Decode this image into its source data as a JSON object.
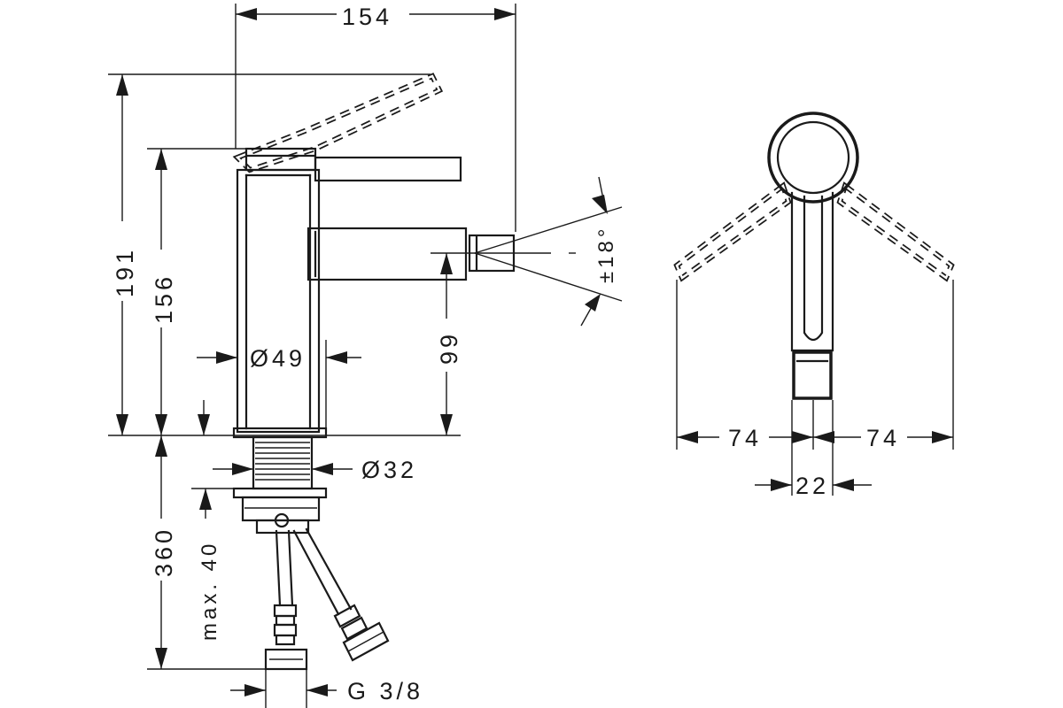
{
  "dimensions": {
    "width_154": "154",
    "height_191": "191",
    "height_156": "156",
    "diameter_49": "Ø49",
    "angle_18": "±18°",
    "height_99": "99",
    "diameter_32": "Ø32",
    "length_360": "360",
    "max_40": "max. 40",
    "thread_g38": "G 3/8",
    "swing_left_74": "74",
    "swing_right_74": "74",
    "width_22": "22"
  }
}
